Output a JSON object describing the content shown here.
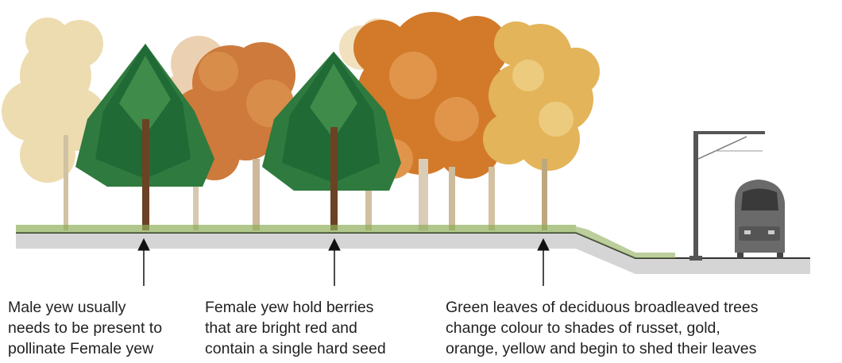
{
  "colors": {
    "yew_dark": "#1f6a35",
    "yew_mid": "#2e7d3e",
    "russet": "#c8662a",
    "orange": "#d9822e",
    "gold": "#e4b24f",
    "pale_yellow": "#ecd39a",
    "ground_grey": "#cfcfcf",
    "grass": "#8fae5a"
  },
  "icons": [
    "male-yew-tree-icon",
    "female-yew-tree-icon",
    "deciduous-tree-icon",
    "train-icon",
    "overhead-line-mast-icon"
  ],
  "captions": {
    "male_yew": {
      "lines": [
        "Male yew usually",
        "needs to be present to",
        "pollinate Female yew"
      ]
    },
    "female_yew": {
      "lines": [
        "Female yew hold berries",
        "that are bright red and",
        "contain a single hard seed"
      ]
    },
    "deciduous": {
      "lines": [
        "Green leaves of deciduous broadleaved trees",
        "change colour to shades of russet, gold,",
        "orange, yellow and begin to shed their leaves"
      ]
    }
  }
}
